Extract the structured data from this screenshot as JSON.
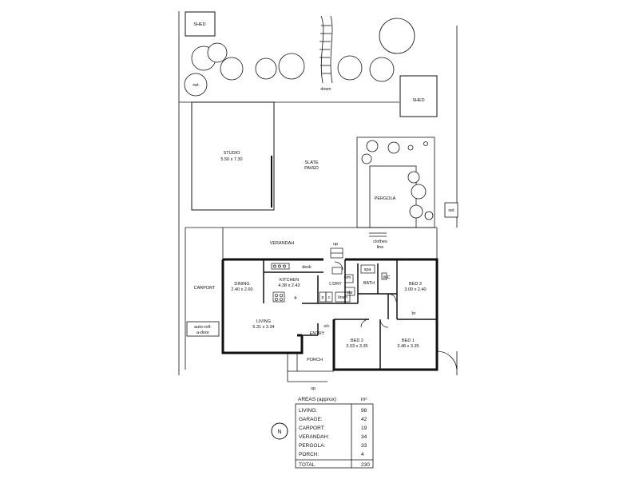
{
  "rooms": {
    "shed_top": "SHED",
    "shed_right": "SHED",
    "rwt_left": "rwt",
    "rwt_right": "rwt",
    "down": "down",
    "studio": "STUDIO",
    "studio_dim": "5.50 x 7.30",
    "slate": "SLATE",
    "paved": "PAVED",
    "pergola": "PERGOLA",
    "verandah": "VERANDAH",
    "up_top": "up",
    "clothes": "clothes",
    "line": "line",
    "carport": "carport_label",
    "carport_text": "CARPORT",
    "auto1": "auto-roll-",
    "auto2": "a-door",
    "desk": "desk",
    "dining": "DINING",
    "dining_dim": "2.40 x 2.60",
    "kitchen": "KITCHEN",
    "kitchen_dim": "4.38 x 2.43",
    "ldry": "L'DRY",
    "wm": "wm",
    "p": "p",
    "c": "c",
    "linen": "linen",
    "spa": "spa",
    "bath": "BATH",
    "shr": "shr",
    "wc": "WC",
    "bed3": "BED 3",
    "bed3_dim": "3.00 x 2.40",
    "br": "br",
    "living": "LIVING",
    "living_dim": "5.31 x 3.34",
    "oc": "o/c",
    "entry": "ENTRY",
    "bed2": "BED 2",
    "bed2_dim": "3.03 x 3.35",
    "bed1": "BED 1",
    "bed1_dim": "3.48 x 3.35",
    "porch": "PORCH",
    "up_bottom": "up",
    "fr": "fr"
  },
  "compass": "N",
  "areas": {
    "header": "AREAS (approx)",
    "unit": "m²",
    "rows": [
      {
        "label": "LIVING:",
        "value": "98"
      },
      {
        "label": "GARAGE:",
        "value": "42"
      },
      {
        "label": "CARPORT:",
        "value": "19"
      },
      {
        "label": "VERANDAH:",
        "value": "34"
      },
      {
        "label": "PERGOLA:",
        "value": "33"
      },
      {
        "label": "PORCH:",
        "value": "4"
      }
    ],
    "total_label": "TOTAL",
    "total_value": "230"
  },
  "colors": {
    "line": "#111111",
    "paper": "#ffffff"
  }
}
